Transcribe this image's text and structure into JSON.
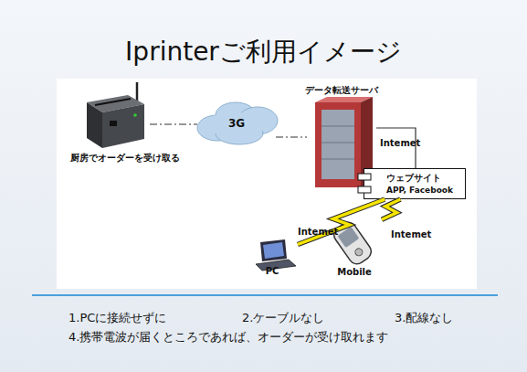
{
  "diagram": {
    "title": "Iprinterご利用イメージ",
    "nodes": [
      {
        "text": [
          "厨房でオーダーを受け取る"
        ]
      },
      {
        "text": [
          "3G"
        ]
      },
      {
        "text": [
          "データ転送サーバ"
        ]
      },
      {
        "text": [
          "ウェブサイト",
          "APP, Facebook"
        ]
      },
      {
        "text": [
          "PC"
        ]
      },
      {
        "text": [
          "Mobile"
        ]
      }
    ],
    "edges": [
      {
        "from": 0,
        "to": 1,
        "arrow": "none"
      },
      {
        "from": 1,
        "to": 2,
        "arrow": "none"
      },
      {
        "from": 2,
        "to": 3,
        "label": "Intemet",
        "arrow": "none"
      },
      {
        "from": 3,
        "to": 4,
        "label": "Intemet",
        "arrow": "none"
      },
      {
        "from": 3,
        "to": 5,
        "label": "Intemet",
        "arrow": "none"
      }
    ],
    "labels": [
      "1.PCに接続せずに",
      "2.ケーブルなし",
      "3.配線なし",
      "4.携帯電波が届くところであれば、オーダーが受け取れます"
    ]
  }
}
